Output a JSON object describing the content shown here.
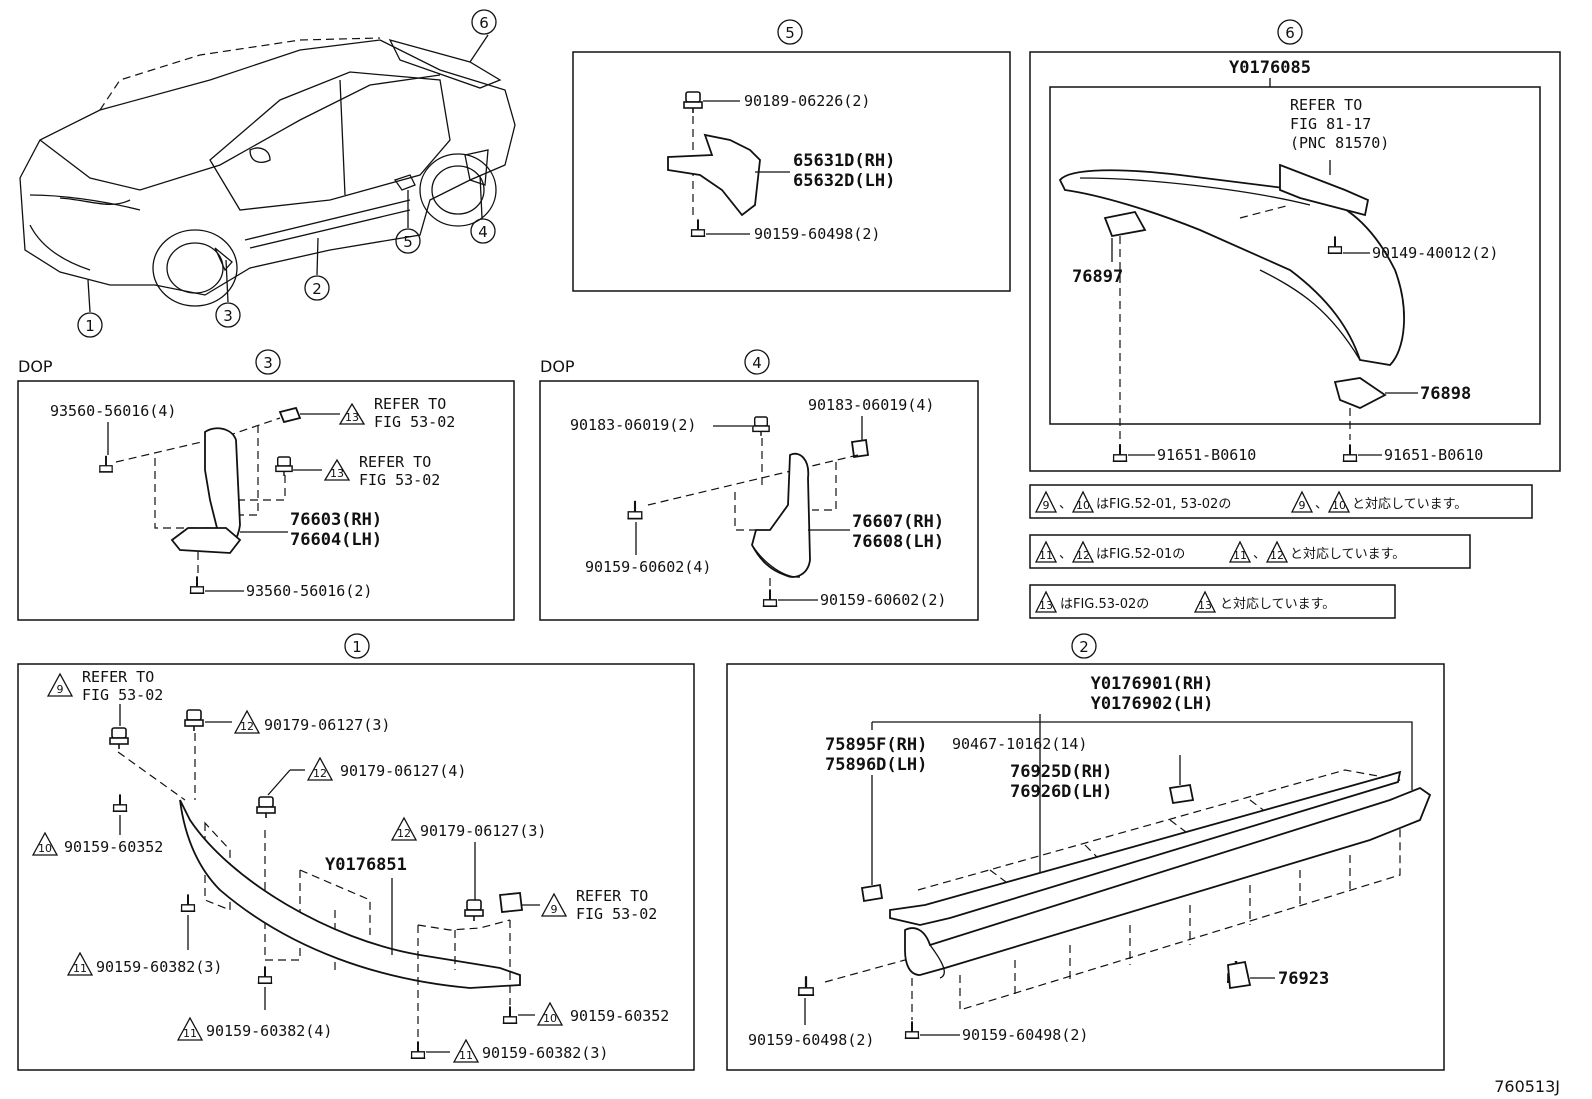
{
  "diagram_id": "760513J",
  "dop": "DOP",
  "circ": {
    "c1": "1",
    "c2": "2",
    "c3": "3",
    "c4": "4",
    "c5": "5",
    "c6": "6"
  },
  "tri": {
    "t9": "9",
    "t10": "10",
    "t11": "11",
    "t12": "12",
    "t13": "13"
  },
  "refer": {
    "refer_to": "REFER TO",
    "fig5302": "FIG 53-02",
    "fig8117": "FIG 81-17",
    "pnc": "(PNC 81570)"
  },
  "notes": {
    "n1_sep": "、",
    "n1_mid": "はFIG.52-01, 53-02の",
    "n1_end": "と対応しています。",
    "n2_mid": "はFIG.52-01の",
    "n2_end": "と対応しています。",
    "n3_mid": "はFIG.53-02の",
    "n3_end": "と対応しています。"
  },
  "s5": {
    "a": "90189-06226(2)",
    "b1": "65631D(RH)",
    "b2": "65632D(LH)",
    "c": "90159-60498(2)"
  },
  "s6": {
    "asm": "Y0176085",
    "a": "76897",
    "b": "90149-40012(2)",
    "c": "76898",
    "d": "91651-B0610",
    "e": "91651-B0610"
  },
  "s3": {
    "a": "93560-56016(4)",
    "b1": "76603(RH)",
    "b2": "76604(LH)",
    "c": "93560-56016(2)"
  },
  "s4": {
    "a": "90183-06019(2)",
    "b": "90183-06019(4)",
    "c1": "76607(RH)",
    "c2": "76608(LH)",
    "d": "90159-60602(4)",
    "e": "90159-60602(2)"
  },
  "s1": {
    "a": "90179-06127(3)",
    "b": "90179-06127(4)",
    "c": "90159-60352",
    "d": "90179-06127(3)",
    "asm": "Y0176851",
    "e": "90159-60382(3)",
    "f": "90159-60382(4)",
    "g": "90159-60352",
    "h": "90159-60382(3)"
  },
  "s2": {
    "asm1": "Y0176901(RH)",
    "asm2": "Y0176902(LH)",
    "a1": "75895F(RH)",
    "a2": "75896D(LH)",
    "b": "90467-10162(14)",
    "c1": "76925D(RH)",
    "c2": "76926D(LH)",
    "d": "76923",
    "e": "90159-60498(2)",
    "f": "90159-60498(2)"
  }
}
